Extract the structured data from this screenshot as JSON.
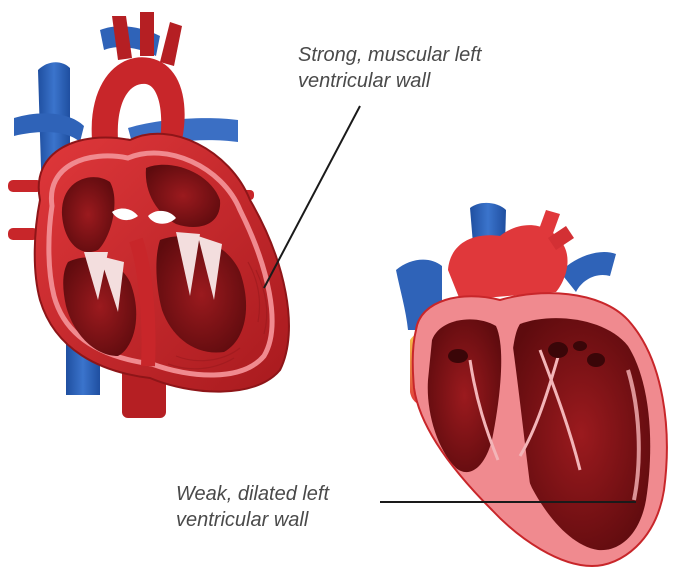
{
  "labels": {
    "healthy": {
      "line1": "Strong, muscular left",
      "line2": "ventricular wall"
    },
    "failing": {
      "line1": "Weak, dilated left",
      "line2": "ventricular wall"
    }
  },
  "colors": {
    "blue_vessel": "#2f63b8",
    "red_tissue": "#c8262a",
    "dark_chamber": "#7a1114",
    "pink_wall": "#f08a8f",
    "pale_valve": "#f3dede",
    "label_text": "#4a4a4a",
    "leader_line": "#1a1a1a"
  }
}
